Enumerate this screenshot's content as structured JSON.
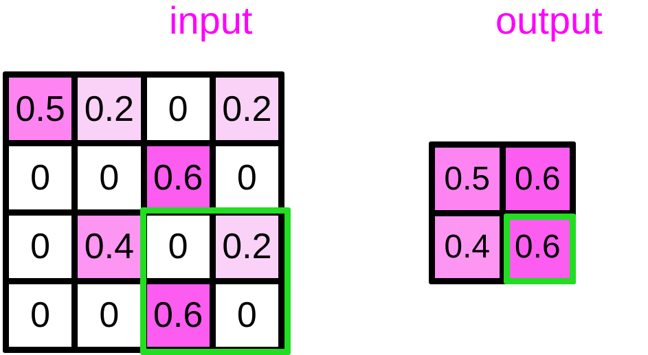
{
  "labels": {
    "input": "input",
    "output": "output"
  },
  "colors": {
    "label_magenta": "#ff00ff",
    "highlight_green": "#22dd22",
    "grid_line_black": "#000000",
    "value_0": "#ffffff",
    "value_0.2": "#fbd2f7",
    "value_0.4": "#fd96f3",
    "value_0.5": "#fe84f2",
    "value_0.6": "#fd5cf0"
  },
  "chart_data": {
    "type": "heatmap",
    "title": "",
    "grids": [
      {
        "name": "input",
        "rows": 4,
        "cols": 4,
        "values": [
          [
            0.5,
            0.2,
            0,
            0.2
          ],
          [
            0,
            0,
            0.6,
            0
          ],
          [
            0,
            0.4,
            0,
            0.2
          ],
          [
            0,
            0,
            0.6,
            0
          ]
        ],
        "labels": [
          [
            "0.5",
            "0.2",
            "0",
            "0.2"
          ],
          [
            "0",
            "0",
            "0.6",
            "0"
          ],
          [
            "0",
            "0.4",
            "0",
            "0.2"
          ],
          [
            "0",
            "0",
            "0.6",
            "0"
          ]
        ],
        "highlight_region": {
          "row_start": 2,
          "row_end": 3,
          "col_start": 2,
          "col_end": 3
        }
      },
      {
        "name": "output",
        "rows": 2,
        "cols": 2,
        "values": [
          [
            0.5,
            0.6
          ],
          [
            0.4,
            0.6
          ]
        ],
        "labels": [
          [
            "0.5",
            "0.6"
          ],
          [
            "0.4",
            "0.6"
          ]
        ],
        "highlight_region": {
          "row_start": 1,
          "row_end": 1,
          "col_start": 1,
          "col_end": 1
        }
      }
    ],
    "colormap": {
      "0": "#ffffff",
      "0.2": "#fbd2f7",
      "0.4": "#fd96f3",
      "0.5": "#fe84f2",
      "0.6": "#fd5cf0"
    },
    "vmin": 0,
    "vmax": 0.6,
    "grid": true,
    "legend": "none"
  }
}
